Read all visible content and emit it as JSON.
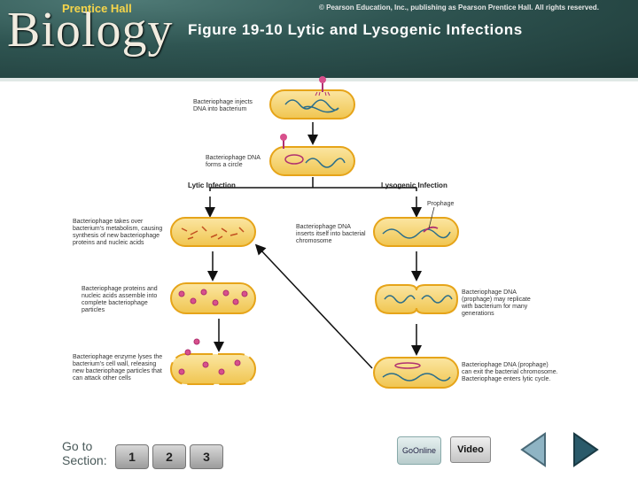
{
  "header": {
    "logo_small": "Prentice Hall",
    "logo_big": "Biology",
    "copyright": "© Pearson Education, Inc., publishing as Pearson Prentice Hall. All rights reserved.",
    "title": "Figure 19-10 Lytic and Lysogenic Infections"
  },
  "diagram": {
    "step_inject": "Bacteriophage injects DNA into bacterium",
    "step_circle": "Bacteriophage DNA forms a circle",
    "lytic_heading": "Lytic Infection",
    "lysogenic_heading": "Lysogenic Infection",
    "lytic_1": "Bacteriophage takes over bacterium's metabolism, causing synthesis of new bacteriophage proteins and nucleic acids",
    "lytic_2": "Bacteriophage proteins and nucleic acids assemble into complete bacteriophage particles",
    "lytic_3": "Bacteriophage enzyme lyses the bacterium's cell wall, releasing new bacteriophage particles that can attack other cells",
    "prophage": "Prophage",
    "lyso_1": "Bacteriophage DNA inserts itself into bacterial chromosome",
    "lyso_2": "Bacteriophage DNA (prophage) may replicate with bacterium for many generations",
    "lyso_3": "Bacteriophage DNA (prophage) can exit the bacterial chromosome. Bacteriophage enters lytic cycle."
  },
  "footer": {
    "goto_line1": "Go to",
    "goto_line2": "Section:",
    "sections": [
      "1",
      "2",
      "3"
    ],
    "golink": "GoOnline",
    "video": "Video"
  }
}
